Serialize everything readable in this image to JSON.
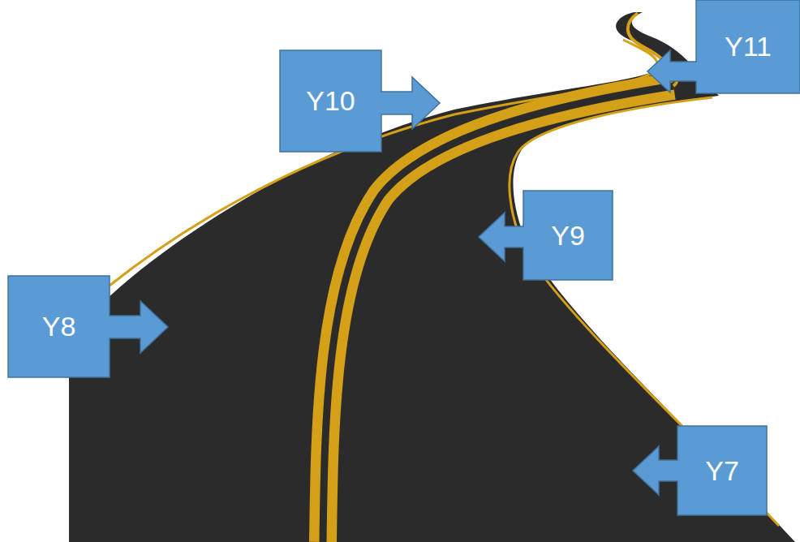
{
  "diagram": {
    "nodes": [
      {
        "text": [
          "Y11"
        ]
      },
      {
        "text": [
          "Y10"
        ]
      },
      {
        "text": [
          "Y9"
        ]
      },
      {
        "text": [
          "Y8"
        ]
      },
      {
        "text": [
          "Y7"
        ]
      }
    ]
  }
}
